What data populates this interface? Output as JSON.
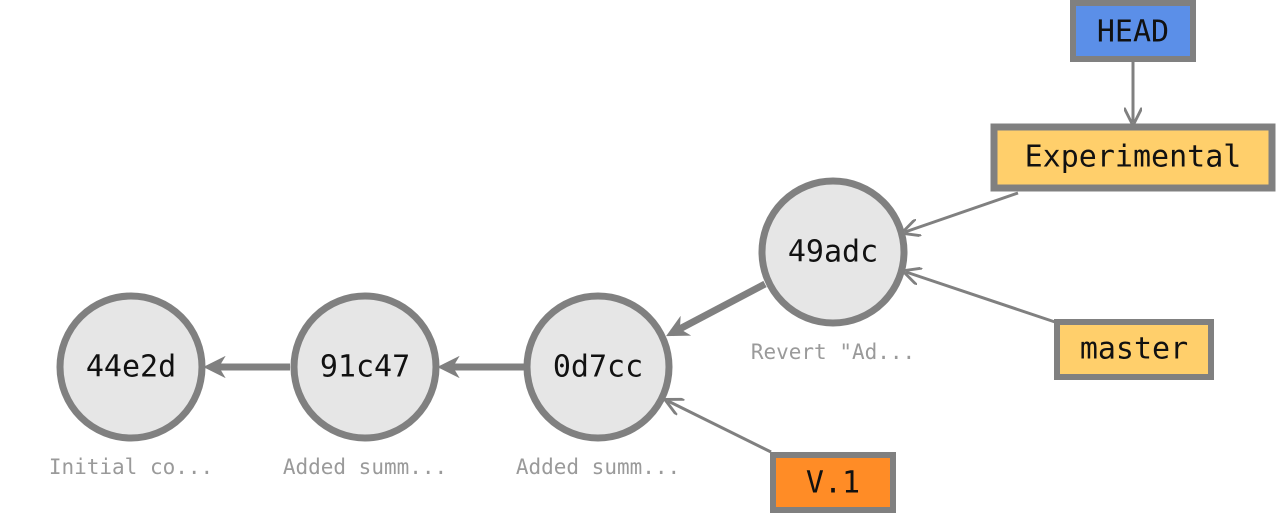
{
  "commits": [
    {
      "id": "44e2d",
      "message": "Initial co..."
    },
    {
      "id": "91c47",
      "message": "Added summ..."
    },
    {
      "id": "0d7cc",
      "message": "Added summ..."
    },
    {
      "id": "49adc",
      "message": "Revert \"Ad..."
    }
  ],
  "refs": {
    "head": {
      "label": "HEAD",
      "color": "#5b8fe8"
    },
    "experimental": {
      "label": "Experimental",
      "color": "#ffcf6b"
    },
    "master": {
      "label": "master",
      "color": "#ffcf6b"
    },
    "v1": {
      "label": "V.1",
      "color": "#ff8c26"
    }
  },
  "colors": {
    "node_fill": "#e6e6e6",
    "stroke": "#808080",
    "text": "#111111",
    "message_text": "#9a9a9a"
  }
}
